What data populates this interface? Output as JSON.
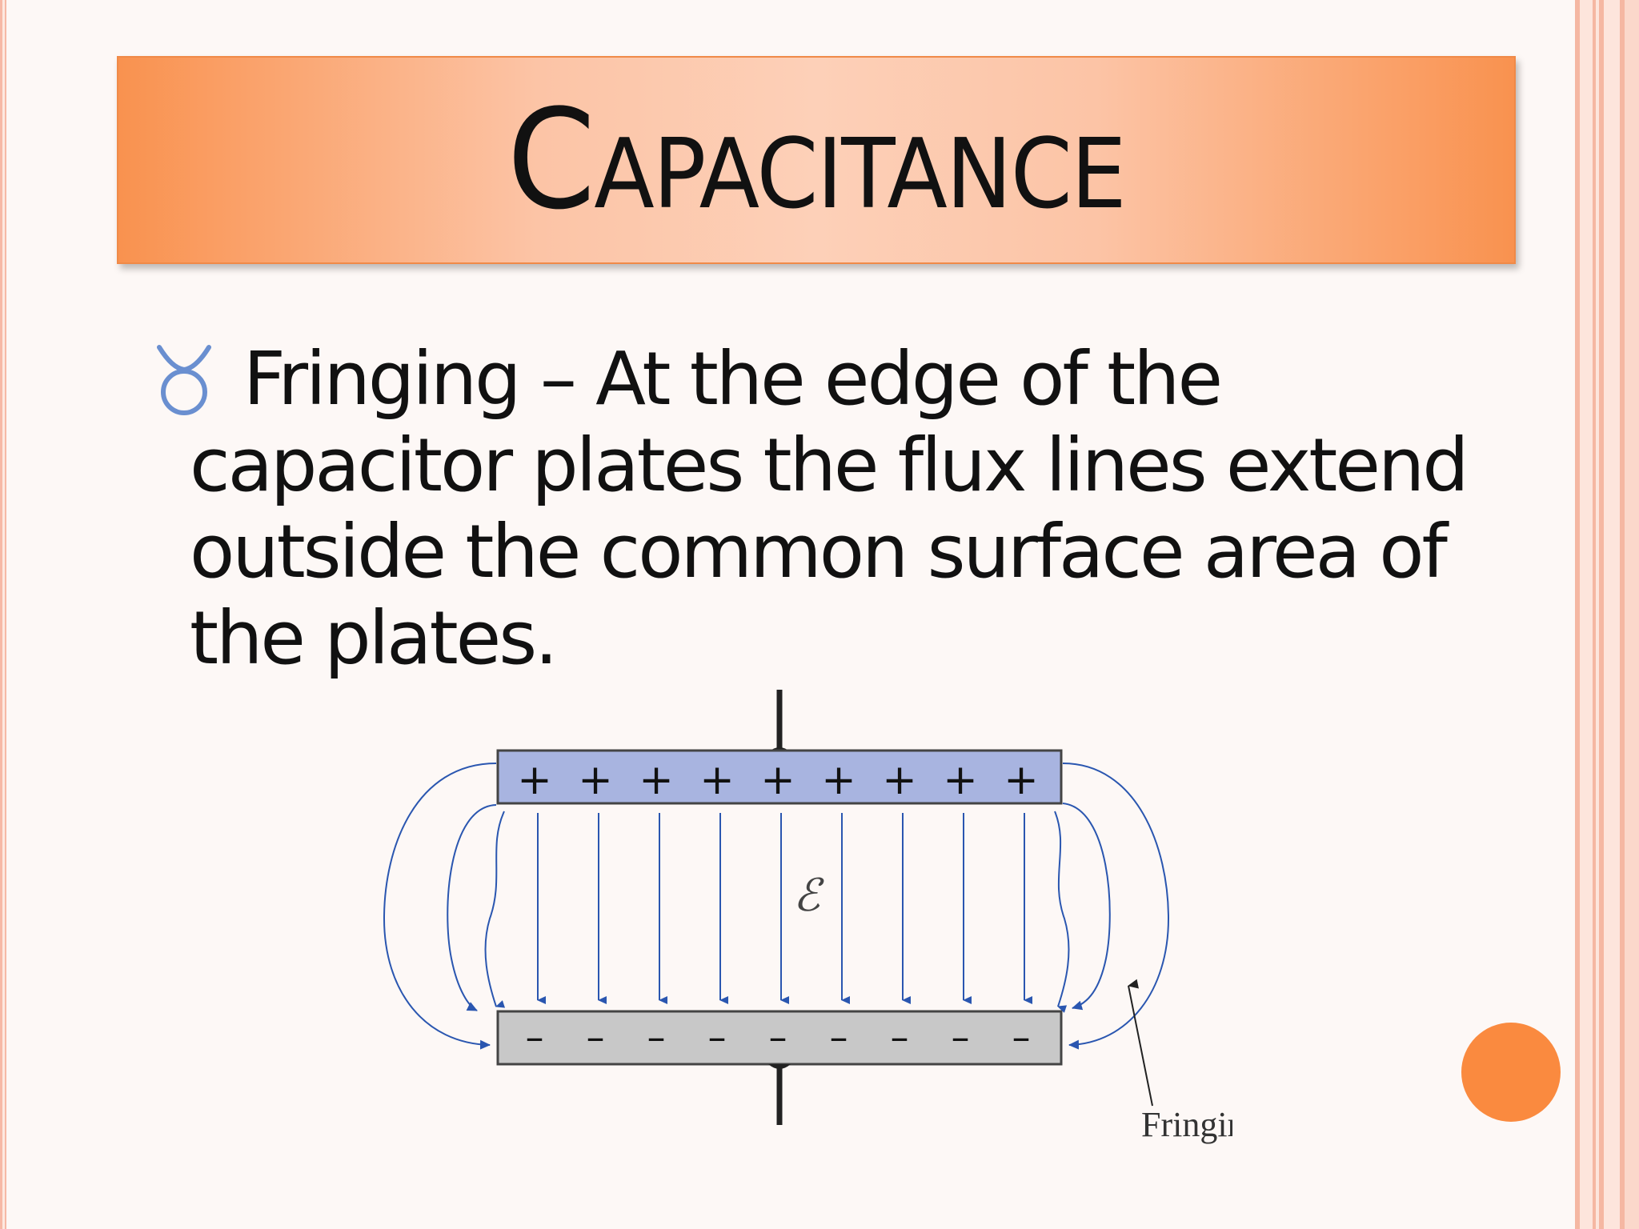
{
  "slide": {
    "title": "Capacitance",
    "bullet_text": "Fringing – At the edge of the capacitor plates the flux lines extend outside the common surface area of the plates.",
    "bullet_icon": "taurus-symbol-icon",
    "accent_color": "#f9924f",
    "bullet_color": "#6a8fd0"
  },
  "diagram": {
    "top_plate_charges": [
      "+",
      "+",
      "+",
      "+",
      "+",
      "+",
      "+",
      "+",
      "+"
    ],
    "bottom_plate_charges": [
      "–",
      "–",
      "–",
      "–",
      "–",
      "–",
      "–",
      "–",
      "–"
    ],
    "field_symbol": "ℰ",
    "fringing_label": "Fringing",
    "field_line_color": "#2a56b0",
    "top_plate_color": "#a8b4e0",
    "bottom_plate_color": "#c8c8c8"
  }
}
